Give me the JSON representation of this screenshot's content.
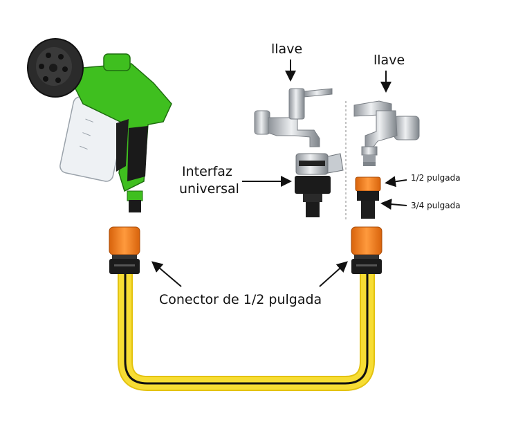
{
  "labels": {
    "faucet_left": "llave",
    "faucet_right": "llave",
    "adapter_line1": "Interfaz",
    "adapter_line2": "universal",
    "size_half": "1/2 pulgada",
    "size_three_quarter": "3/4 pulgada",
    "connector": "Conector de 1/2 pulgada"
  },
  "colors": {
    "hose_yellow": "#f5d21c",
    "hose_stripe": "#111111",
    "connector_orange": "#f07c1e",
    "gun_green": "#3fbf1f",
    "chrome": "#b8bcc2"
  }
}
